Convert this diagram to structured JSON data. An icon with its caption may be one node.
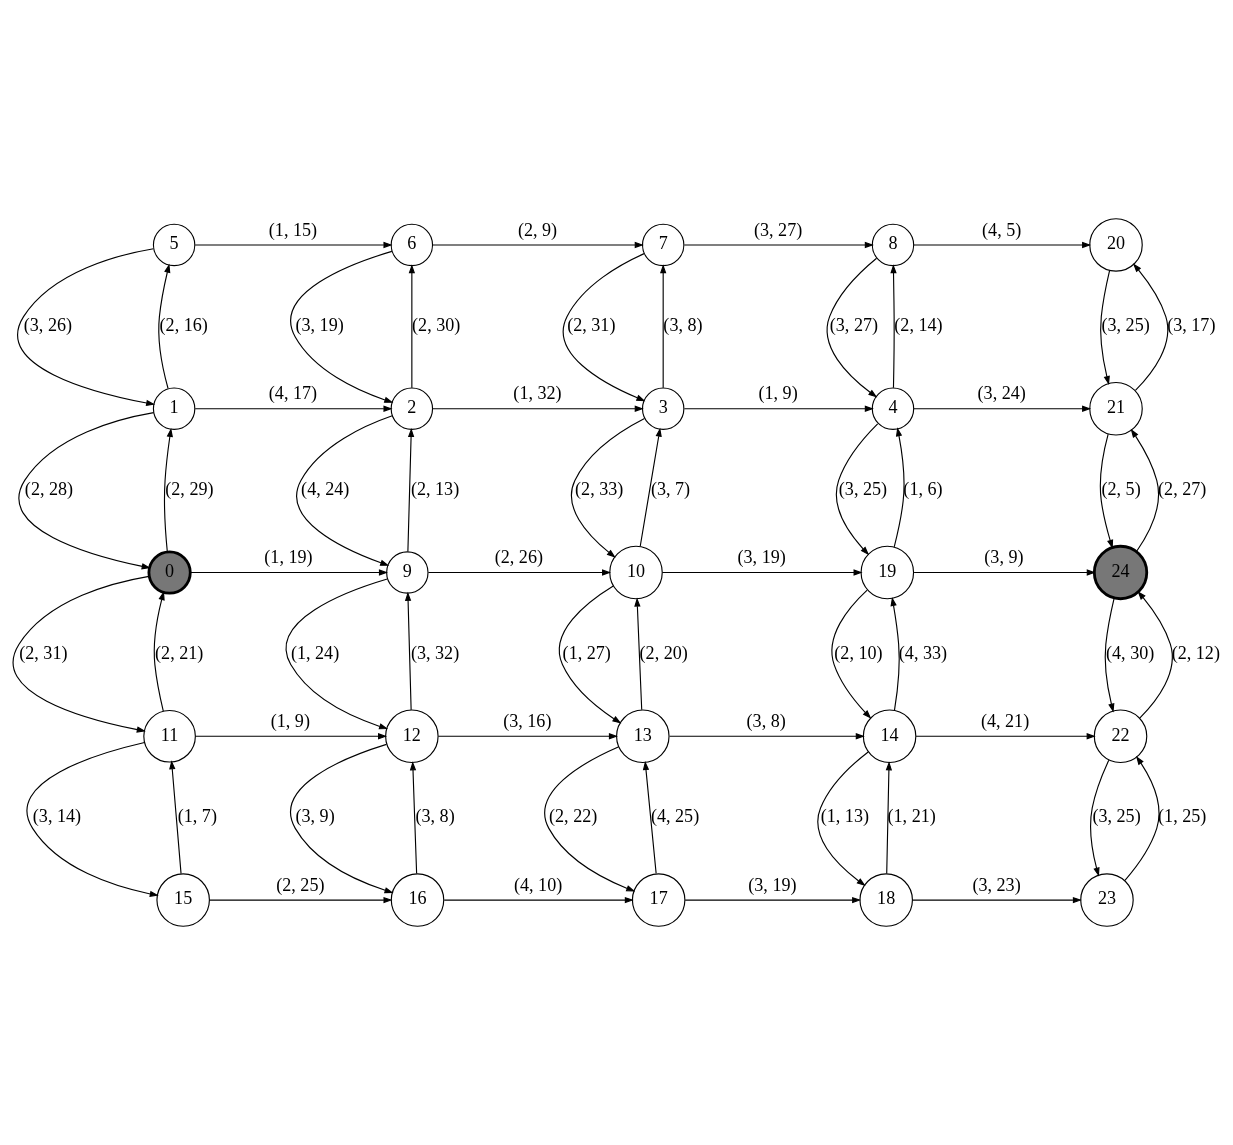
{
  "diagram": {
    "nodes": [
      {
        "text": [
          "5"
        ]
      },
      {
        "text": [
          "6"
        ]
      },
      {
        "text": [
          "7"
        ]
      },
      {
        "text": [
          "8"
        ]
      },
      {
        "text": [
          "20"
        ]
      },
      {
        "text": [
          "1"
        ]
      },
      {
        "text": [
          "2"
        ]
      },
      {
        "text": [
          "3"
        ]
      },
      {
        "text": [
          "4"
        ]
      },
      {
        "text": [
          "21"
        ]
      },
      {
        "text": [
          "0"
        ]
      },
      {
        "text": [
          "9"
        ]
      },
      {
        "text": [
          "10"
        ]
      },
      {
        "text": [
          "19"
        ]
      },
      {
        "text": [
          "24"
        ]
      },
      {
        "text": [
          "11"
        ]
      },
      {
        "text": [
          "12"
        ]
      },
      {
        "text": [
          "13"
        ]
      },
      {
        "text": [
          "14"
        ]
      },
      {
        "text": [
          "22"
        ]
      },
      {
        "text": [
          "15"
        ]
      },
      {
        "text": [
          "16"
        ]
      },
      {
        "text": [
          "17"
        ]
      },
      {
        "text": [
          "18"
        ]
      },
      {
        "text": [
          "23"
        ]
      }
    ],
    "edges": [
      {
        "from": 0,
        "to": 1,
        "arrow": "to",
        "label": "(1, 15)"
      },
      {
        "from": 1,
        "to": 2,
        "arrow": "to",
        "label": "(2, 9)"
      },
      {
        "from": 2,
        "to": 3,
        "arrow": "to",
        "label": "(3, 27)"
      },
      {
        "from": 3,
        "to": 4,
        "arrow": "to",
        "label": "(4, 5)"
      },
      {
        "from": 0,
        "to": 5,
        "arrow": "to",
        "label": "(3, 26)"
      },
      {
        "from": 5,
        "to": 0,
        "arrow": "to",
        "label": "(2, 16)"
      },
      {
        "from": 1,
        "to": 6,
        "arrow": "to",
        "label": "(3, 19)"
      },
      {
        "from": 6,
        "to": 1,
        "arrow": "to",
        "label": "(2, 30)"
      },
      {
        "from": 2,
        "to": 7,
        "arrow": "to",
        "label": "(2, 31)"
      },
      {
        "from": 7,
        "to": 2,
        "arrow": "to",
        "label": "(3, 8)"
      },
      {
        "from": 3,
        "to": 8,
        "arrow": "to",
        "label": "(3, 27)"
      },
      {
        "from": 8,
        "to": 3,
        "arrow": "to",
        "label": "(2, 14)"
      },
      {
        "from": 4,
        "to": 9,
        "arrow": "to",
        "label": "(3, 25)"
      },
      {
        "from": 9,
        "to": 4,
        "arrow": "to",
        "label": "(3, 17)"
      },
      {
        "from": 5,
        "to": 6,
        "arrow": "to",
        "label": "(4, 17)"
      },
      {
        "from": 6,
        "to": 7,
        "arrow": "to",
        "label": "(1, 32)"
      },
      {
        "from": 7,
        "to": 8,
        "arrow": "to",
        "label": "(1, 9)"
      },
      {
        "from": 8,
        "to": 9,
        "arrow": "to",
        "label": "(3, 24)"
      },
      {
        "from": 5,
        "to": 10,
        "arrow": "to",
        "label": "(2, 28)"
      },
      {
        "from": 10,
        "to": 5,
        "arrow": "to",
        "label": "(2, 29)"
      },
      {
        "from": 6,
        "to": 11,
        "arrow": "to",
        "label": "(4, 24)"
      },
      {
        "from": 11,
        "to": 6,
        "arrow": "to",
        "label": "(2, 13)"
      },
      {
        "from": 7,
        "to": 12,
        "arrow": "to",
        "label": "(2, 33)"
      },
      {
        "from": 12,
        "to": 7,
        "arrow": "to",
        "label": "(3, 7)"
      },
      {
        "from": 8,
        "to": 13,
        "arrow": "to",
        "label": "(3, 25)"
      },
      {
        "from": 13,
        "to": 8,
        "arrow": "to",
        "label": "(1, 6)"
      },
      {
        "from": 9,
        "to": 14,
        "arrow": "to",
        "label": "(2, 5)"
      },
      {
        "from": 14,
        "to": 9,
        "arrow": "to",
        "label": "(2, 27)"
      },
      {
        "from": 10,
        "to": 11,
        "arrow": "to",
        "label": "(1, 19)"
      },
      {
        "from": 11,
        "to": 12,
        "arrow": "to",
        "label": "(2, 26)"
      },
      {
        "from": 12,
        "to": 13,
        "arrow": "to",
        "label": "(3, 19)"
      },
      {
        "from": 13,
        "to": 14,
        "arrow": "to",
        "label": "(3, 9)"
      },
      {
        "from": 10,
        "to": 15,
        "arrow": "to",
        "label": "(2, 31)"
      },
      {
        "from": 15,
        "to": 10,
        "arrow": "to",
        "label": "(2, 21)"
      },
      {
        "from": 11,
        "to": 16,
        "arrow": "to",
        "label": "(1, 24)"
      },
      {
        "from": 16,
        "to": 11,
        "arrow": "to",
        "label": "(3, 32)"
      },
      {
        "from": 12,
        "to": 17,
        "arrow": "to",
        "label": "(1, 27)"
      },
      {
        "from": 17,
        "to": 12,
        "arrow": "to",
        "label": "(2, 20)"
      },
      {
        "from": 13,
        "to": 18,
        "arrow": "to",
        "label": "(2, 10)"
      },
      {
        "from": 18,
        "to": 13,
        "arrow": "to",
        "label": "(4, 33)"
      },
      {
        "from": 14,
        "to": 19,
        "arrow": "to",
        "label": "(4, 30)"
      },
      {
        "from": 19,
        "to": 14,
        "arrow": "to",
        "label": "(2, 12)"
      },
      {
        "from": 15,
        "to": 16,
        "arrow": "to",
        "label": "(1, 9)"
      },
      {
        "from": 16,
        "to": 17,
        "arrow": "to",
        "label": "(3, 16)"
      },
      {
        "from": 17,
        "to": 18,
        "arrow": "to",
        "label": "(3, 8)"
      },
      {
        "from": 18,
        "to": 19,
        "arrow": "to",
        "label": "(4, 21)"
      },
      {
        "from": 15,
        "to": 20,
        "arrow": "to",
        "label": "(3, 14)"
      },
      {
        "from": 20,
        "to": 15,
        "arrow": "to",
        "label": "(1, 7)"
      },
      {
        "from": 16,
        "to": 21,
        "arrow": "to",
        "label": "(3, 9)"
      },
      {
        "from": 21,
        "to": 16,
        "arrow": "to",
        "label": "(3, 8)"
      },
      {
        "from": 17,
        "to": 22,
        "arrow": "to",
        "label": "(2, 22)"
      },
      {
        "from": 22,
        "to": 17,
        "arrow": "to",
        "label": "(4, 25)"
      },
      {
        "from": 18,
        "to": 23,
        "arrow": "to",
        "label": "(1, 13)"
      },
      {
        "from": 23,
        "to": 18,
        "arrow": "to",
        "label": "(1, 21)"
      },
      {
        "from": 19,
        "to": 24,
        "arrow": "to",
        "label": "(3, 25)"
      },
      {
        "from": 24,
        "to": 19,
        "arrow": "to",
        "label": "(1, 25)"
      },
      {
        "from": 20,
        "to": 21,
        "arrow": "to",
        "label": "(2, 25)"
      },
      {
        "from": 21,
        "to": 22,
        "arrow": "to",
        "label": "(4, 10)"
      },
      {
        "from": 22,
        "to": 23,
        "arrow": "to",
        "label": "(3, 19)"
      },
      {
        "from": 23,
        "to": 24,
        "arrow": "to",
        "label": "(3, 23)"
      }
    ]
  }
}
